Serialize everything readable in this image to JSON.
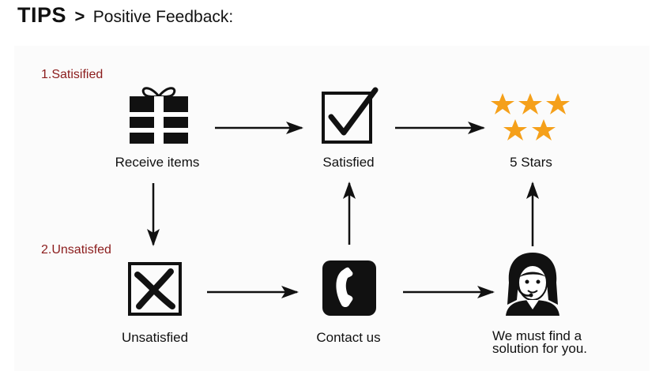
{
  "header": {
    "tips": "TIPS",
    "separator": ">",
    "subtitle": "Positive Feedback:"
  },
  "sections": {
    "satisfied": "1.Satisified",
    "unsatisfied": "2.Unsatisfed"
  },
  "nodes": {
    "receive_items": "Receive items",
    "satisfied": "Satisfied",
    "five_stars": "5 Stars",
    "unsatisfied": "Unsatisfied",
    "contact_us": "Contact us",
    "solution": "We must find a solution for you."
  },
  "icons": {
    "receive_items": "gift-icon",
    "satisfied": "checkbox-icon",
    "five_stars": "stars-icon",
    "unsatisfied": "cross-box-icon",
    "contact_us": "phone-icon",
    "solution": "support-agent-icon"
  },
  "colors": {
    "section_label": "#8b1c1c",
    "star": "#f5a01a",
    "icon": "#111111"
  }
}
